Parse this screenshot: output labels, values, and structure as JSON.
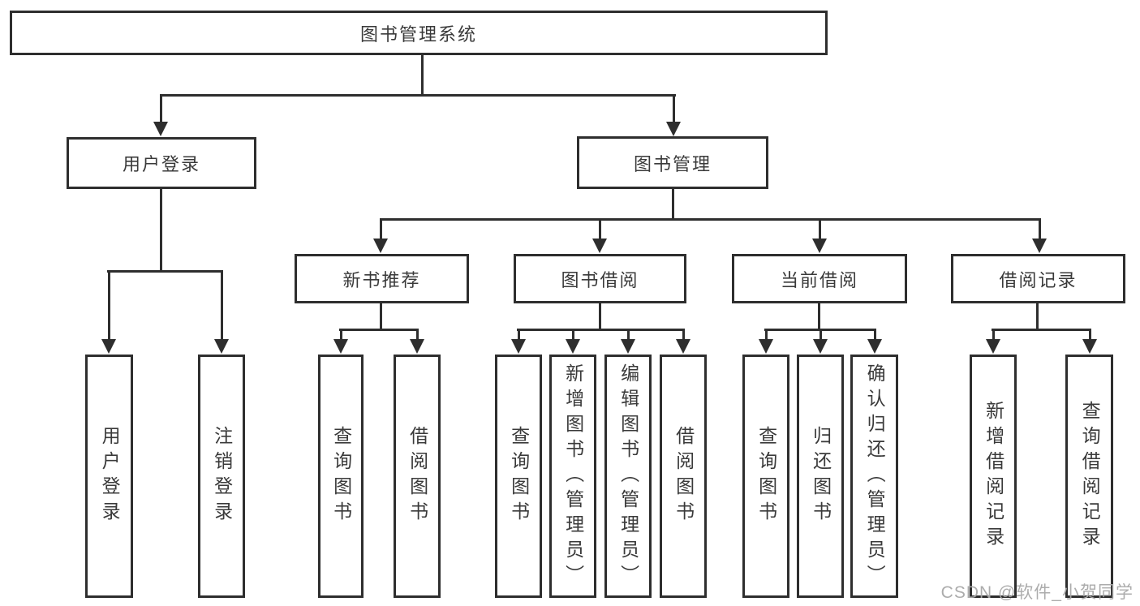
{
  "diagram": {
    "title": "图书管理系统",
    "branches": [
      {
        "label": "用户登录",
        "children": [
          {
            "label": "用户登录"
          },
          {
            "label": "注销登录"
          }
        ]
      },
      {
        "label": "图书管理",
        "children": [
          {
            "label": "新书推荐",
            "children": [
              {
                "label": "查询图书"
              },
              {
                "label": "借阅图书"
              }
            ]
          },
          {
            "label": "图书借阅",
            "children": [
              {
                "label": "查询图书"
              },
              {
                "label": "新增图书（管理员）"
              },
              {
                "label": "编辑图书（管理员）"
              },
              {
                "label": "借阅图书"
              }
            ]
          },
          {
            "label": "当前借阅",
            "children": [
              {
                "label": "查询图书"
              },
              {
                "label": "归还图书"
              },
              {
                "label": "确认归还（管理员）"
              }
            ]
          },
          {
            "label": "借阅记录",
            "children": [
              {
                "label": "新增借阅记录"
              },
              {
                "label": "查询借阅记录"
              }
            ]
          }
        ]
      }
    ]
  },
  "watermark": {
    "text": "CSDN @软件_小贺同学"
  },
  "colors": {
    "line": "#2e2e2e",
    "text": "#3a3a3a",
    "watermark": "#a8a8a8",
    "background": "#ffffff"
  }
}
